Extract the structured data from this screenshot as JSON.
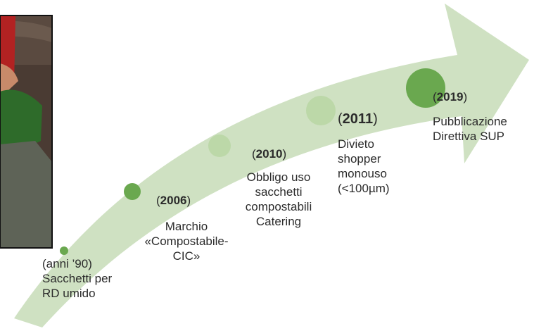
{
  "milestones": [
    {
      "year_open": "(anni ’90)",
      "year_bold": "",
      "year_close": "",
      "desc": "Sacchetti per\nRD umido"
    },
    {
      "year_open": "(",
      "year_bold": "2006",
      "year_close": ")",
      "desc": "Marchio\n«Compostabile-\nCIC»"
    },
    {
      "year_open": "(",
      "year_bold": "2010",
      "year_close": ")",
      "desc": "Obbligo uso\nsacchetti\ncompostabili\nCatering"
    },
    {
      "year_open": "(",
      "year_bold": "2011",
      "year_close": ")",
      "desc": "Divieto\nshopper\nmonouso\n(<100µm)"
    },
    {
      "year_open": "(",
      "year_bold": "2019",
      "year_close": ")",
      "desc": "Pubblicazione\nDirettiva SUP"
    }
  ],
  "colors": {
    "arrow": "#cfe1c2",
    "dot_dark": "#6aa84f",
    "dot_mid": "#8fbf72",
    "dot_light": "#bcd8a8",
    "photo_bg": "#4a3b33",
    "photo_red": "#b22222",
    "photo_green": "#2e6b2a"
  },
  "icons": {
    "photo": "photo-thumbnail",
    "arrow": "timeline-arrow"
  }
}
